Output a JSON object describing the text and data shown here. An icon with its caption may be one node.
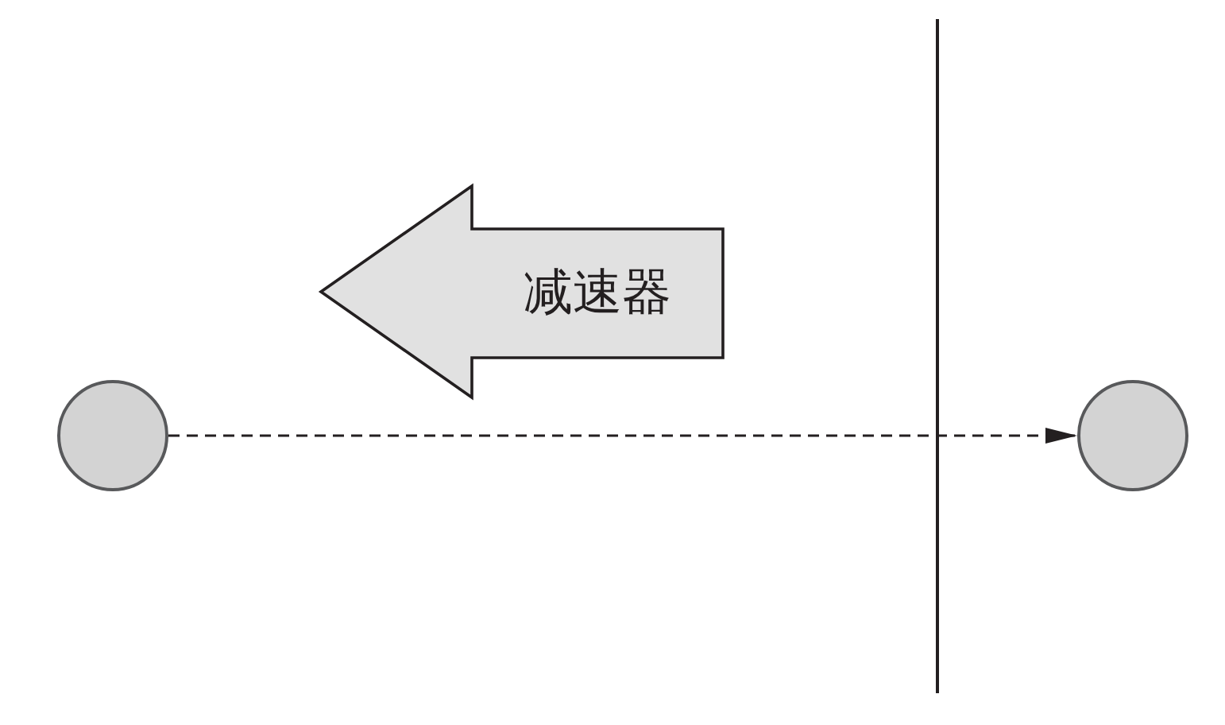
{
  "diagram": {
    "nodes": [
      {
        "text": [
          "减速器"
        ]
      },
      {
        "text": [],
        "shape": "circle"
      },
      {
        "text": [],
        "shape": "circle"
      }
    ],
    "edges": [
      {
        "from": 1,
        "to": 2,
        "arrow": "to",
        "style": "dashed"
      }
    ]
  }
}
